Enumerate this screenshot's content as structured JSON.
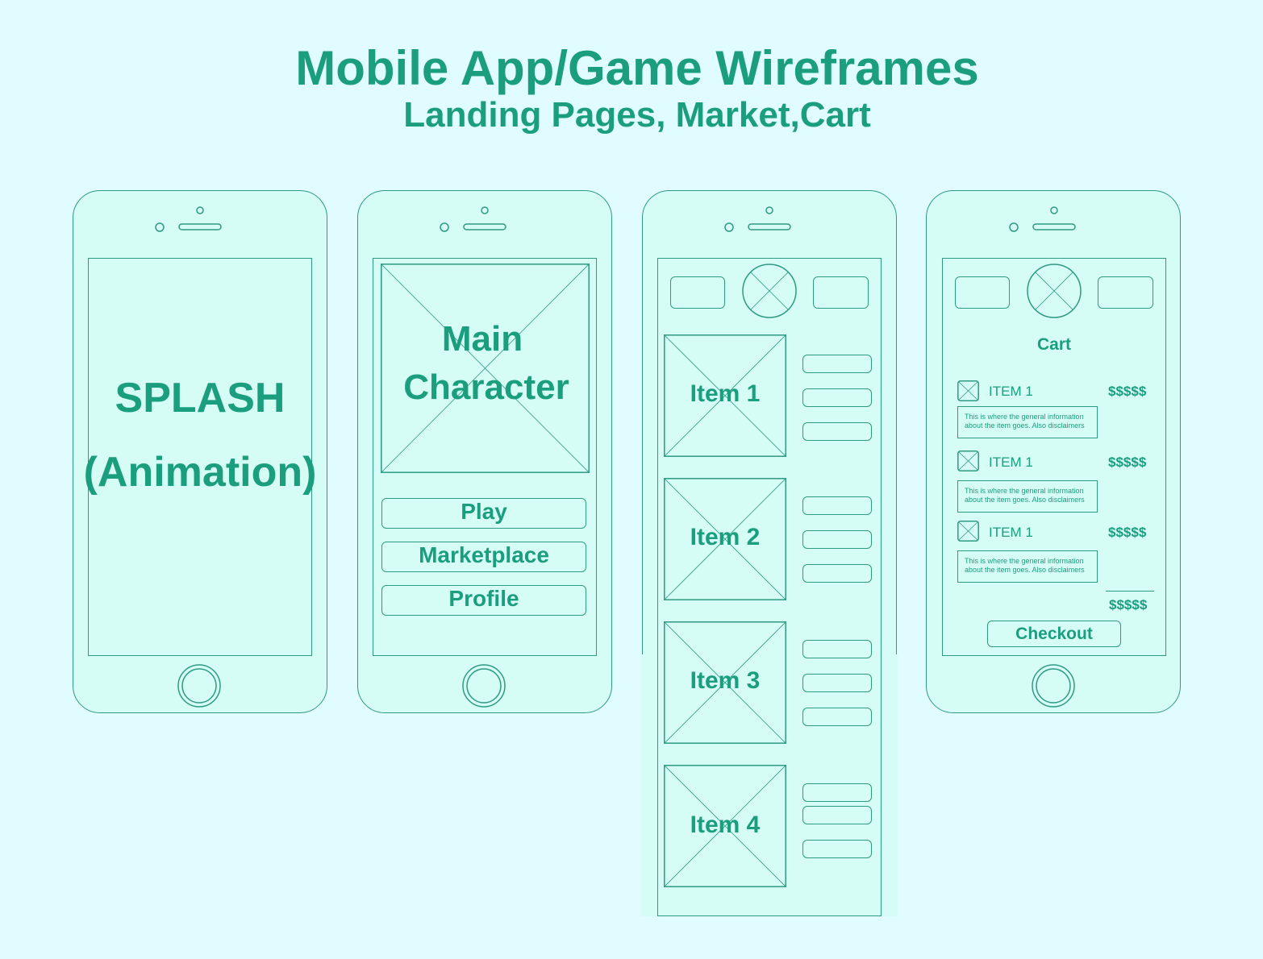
{
  "header": {
    "title": "Mobile App/Game Wireframes",
    "subtitle": "Landing Pages, Market,Cart"
  },
  "splash": {
    "line1": "SPLASH",
    "line2": "(Animation)"
  },
  "home": {
    "hero_line1": "Main",
    "hero_line2": "Character",
    "buttons": [
      "Play",
      "Marketplace",
      "Profile"
    ]
  },
  "market": {
    "items": [
      "Item 1",
      "Item 2",
      "Item 3",
      "Item 4"
    ]
  },
  "cart": {
    "title": "Cart",
    "items": [
      {
        "name": "ITEM 1",
        "price": "$$$$$",
        "desc1": "This is where the general information",
        "desc2": "about the item goes. Also disclaimers"
      },
      {
        "name": "ITEM 1",
        "price": "$$$$$",
        "desc1": "This is where the general information",
        "desc2": "about the item goes. Also disclaimers"
      },
      {
        "name": "ITEM 1",
        "price": "$$$$$",
        "desc1": "This is where the general information",
        "desc2": "about the item goes. Also disclaimers"
      }
    ],
    "total": "$$$$$",
    "checkout_label": "Checkout"
  }
}
